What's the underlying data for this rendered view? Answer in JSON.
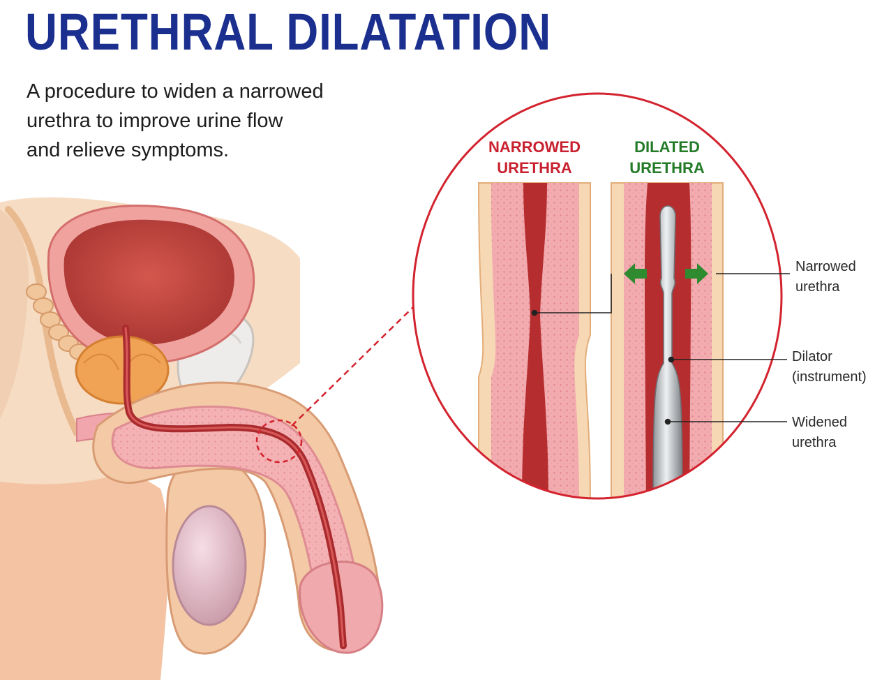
{
  "title": "URETHRAL DILATATION",
  "description": {
    "lines": [
      "A procedure to widen a narrowed",
      "urethra to improve urine flow",
      "and relieve symptoms."
    ]
  },
  "inset": {
    "narrowed_heading": [
      "NARROWED",
      "URETHRA"
    ],
    "dilated_heading": [
      "DILATED",
      "URETHRA"
    ]
  },
  "callouts": {
    "narrowed": [
      "Narrowed",
      "urethra"
    ],
    "dilator": [
      "Dilator",
      "(instrument)"
    ],
    "widened": [
      "Widened",
      "urethra"
    ]
  },
  "colors": {
    "title": "#1b2f8f",
    "narrowed_heading": "#c8202e",
    "dilated_heading": "#237a27",
    "inset_ring": "#d3232e",
    "tissue": "#f1a7aa",
    "urethra_lumen": "#b52d2f"
  },
  "icons": {
    "expand_left": "arrow-left-icon",
    "expand_right": "arrow-right-icon"
  }
}
